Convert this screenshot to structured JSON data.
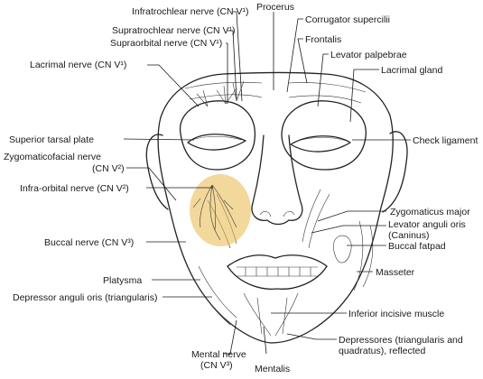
{
  "labels": {
    "infratrochlear": "Infratrochlear nerve (CN V¹)",
    "procerus": "Procerus",
    "corrugator": "Corrugator supercilii",
    "supratrochlear": "Supratrochlear nerve (CN V¹)",
    "frontalis": "Frontalis",
    "supraorbital": "Supraorbital nerve (CN V¹)",
    "levator_palpebrae": "Levator palpebrae",
    "lacrimal_nerve": "Lacrimal nerve (CN V¹)",
    "lacrimal_gland": "Lacrimal gland",
    "superior_tarsal": "Superior tarsal plate",
    "check_ligament": "Check ligament",
    "zygomaticofacial_1": "Zygomaticofacial nerve",
    "zygomaticofacial_2": "(CN V²)",
    "infraorbital": "Infra-orbital nerve (CN V²)",
    "zygomaticus_major": "Zygomaticus major",
    "levator_anguli_1": "Levator anguli oris",
    "levator_anguli_2": "(Caninus)",
    "buccal_nerve": "Buccal nerve (CN V³)",
    "buccal_fatpad": "Buccal fatpad",
    "platysma": "Platysma",
    "masseter": "Masseter",
    "depressor_anguli": "Depressor anguli oris (triangularis)",
    "inferior_incisive": "Inferior incisive muscle",
    "depressores_1": "Depressores (triangularis and",
    "depressores_2": "quadratus), reflected",
    "mental_nerve_1": "Mental nerve",
    "mental_nerve_2": "(CN V³)",
    "mentalis": "Mentalis"
  },
  "colors": {
    "highlight": "#e9b84a",
    "line": "#1a1a1a"
  }
}
